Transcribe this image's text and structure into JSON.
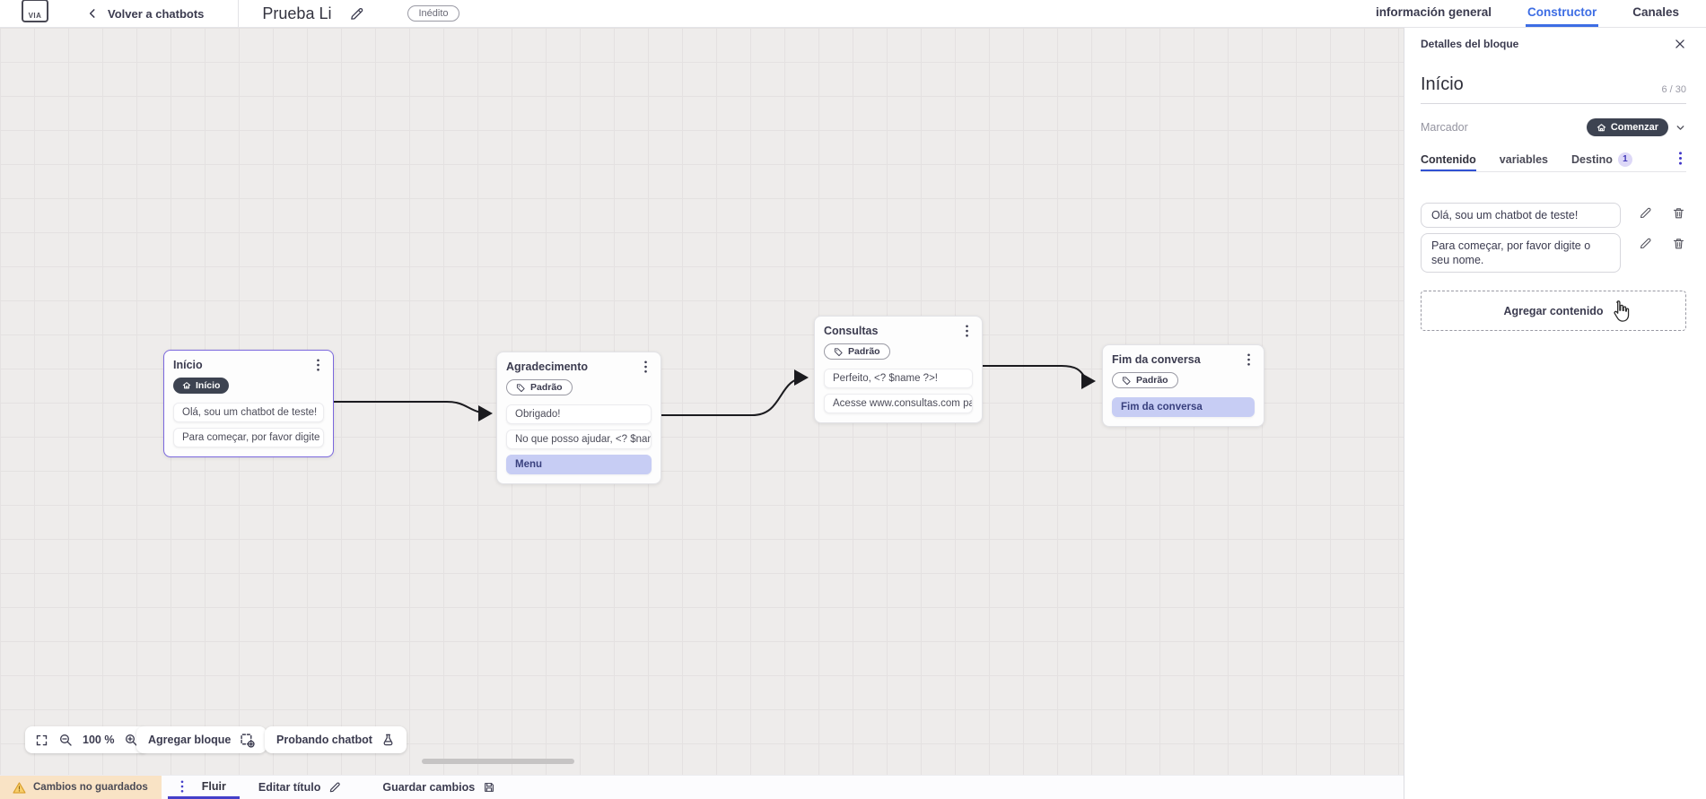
{
  "header": {
    "logo_text": "VIA",
    "back_label": "Volver a chatbots",
    "title": "Prueba Li",
    "status_badge": "Inédito",
    "tabs": [
      {
        "label": "información general",
        "active": false
      },
      {
        "label": "Constructor",
        "active": true
      },
      {
        "label": "Canales",
        "active": false
      }
    ]
  },
  "canvas": {
    "nodes": [
      {
        "title": "Início",
        "badge": "Início",
        "rows": [
          {
            "text": "Olá, sou um chatbot de teste!"
          },
          {
            "text": "Para começar, por favor digite o ..."
          }
        ]
      },
      {
        "title": "Agradecimento",
        "badge": "Padrão",
        "rows": [
          {
            "text": "Obrigado!"
          },
          {
            "text": "No que posso ajudar, <? $name ..."
          },
          {
            "text": "Menu"
          }
        ]
      },
      {
        "title": "Consultas",
        "badge": "Padrão",
        "rows": [
          {
            "text": "Perfeito, <? $name ?>!"
          },
          {
            "text": "Acesse www.consultas.com par..."
          }
        ]
      },
      {
        "title": "Fim da conversa",
        "badge": "Padrão",
        "rows": [
          {
            "text": "Fim da conversa"
          }
        ]
      }
    ],
    "toolbar": {
      "zoom_level": "100 %",
      "add_block_label": "Agregar bloque",
      "test_label": "Probando chatbot"
    }
  },
  "panel": {
    "header": "Detalles del bloque",
    "block_name": "Início",
    "char_count": "6 / 30",
    "marker_label": "Marcador",
    "marker_value": "Comenzar",
    "tabs": [
      {
        "label": "Contenido",
        "active": true
      },
      {
        "label": "variables",
        "active": false
      },
      {
        "label": "Destino",
        "badge": "1",
        "active": false
      }
    ],
    "contents": [
      "Olá, sou um chatbot de teste!",
      "Para começar, por favor digite o seu nome."
    ],
    "add_content_label": "Agregar contenido"
  },
  "footer": {
    "unsaved_label": "Cambios no guardados",
    "flow_tab": "Fluir",
    "edit_title_label": "Editar título",
    "save_label": "Guardar cambios"
  },
  "colors": {
    "accent_blue": "#3d6de4",
    "tab_underline_blue": "#3051d3",
    "indigo": "#443fc9",
    "dark_pill": "#3d4351",
    "selected_node_border": "#7b68dd",
    "highlight_row_bg": "#c7cdf4",
    "highlight_row_text": "#39407e",
    "warning_chip_bg": "#f9e3c5",
    "canvas_bg": "#eeeceb"
  }
}
